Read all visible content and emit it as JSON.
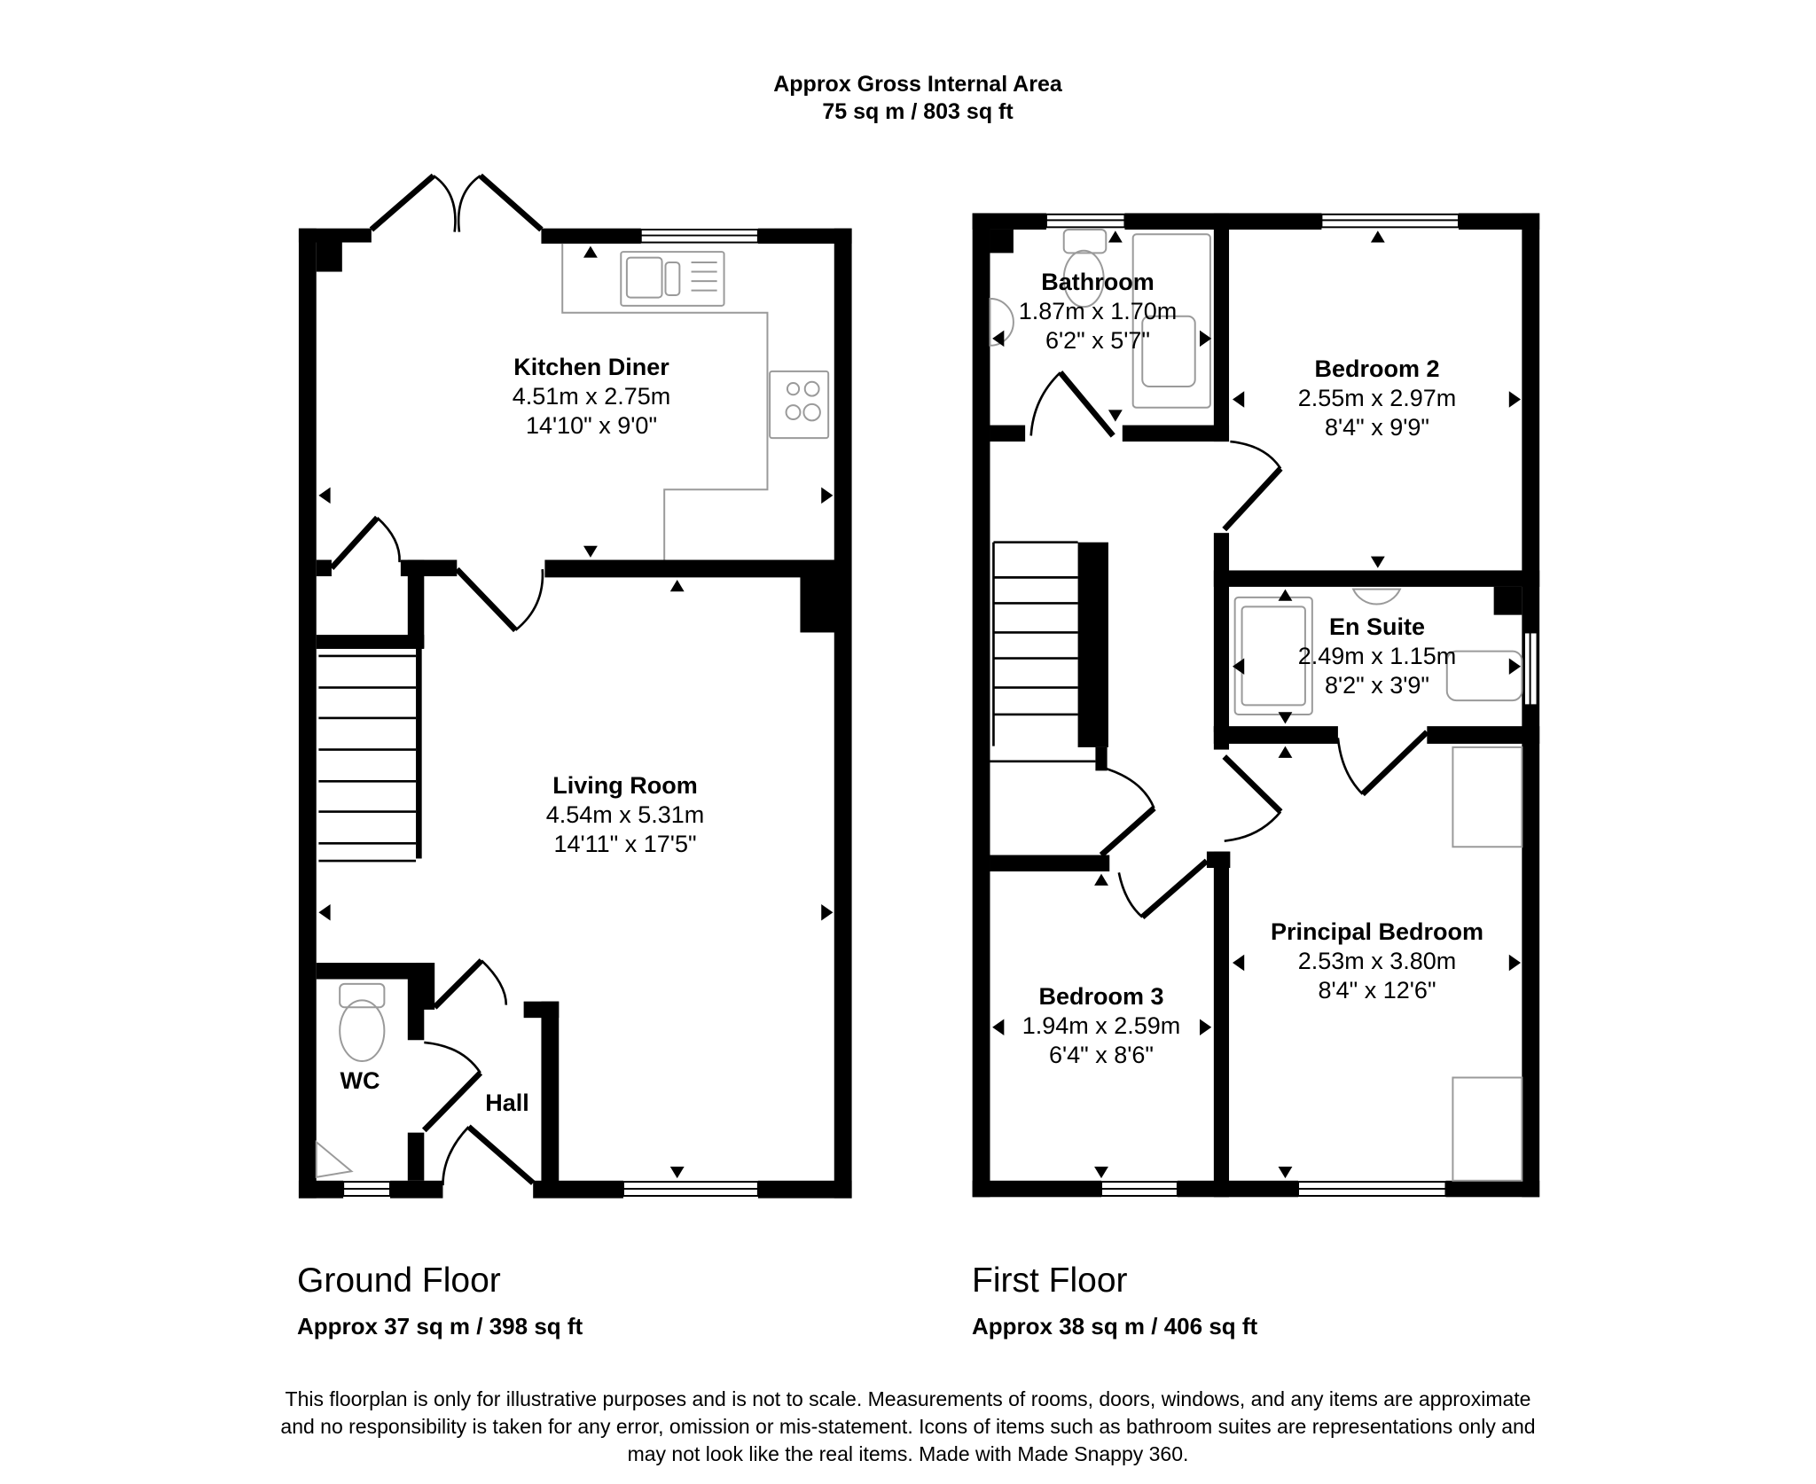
{
  "header": {
    "title": "Approx Gross Internal Area",
    "total_area": "75 sq m / 803 sq ft"
  },
  "floors": [
    {
      "label": "Ground Floor",
      "area": "Approx 37 sq m / 398 sq ft",
      "rooms": [
        {
          "name": "Kitchen Diner",
          "metric": "4.51m x 2.75m",
          "imperial": "14'10\" x 9'0\""
        },
        {
          "name": "Living Room",
          "metric": "4.54m x 5.31m",
          "imperial": "14'11\" x 17'5\""
        },
        {
          "name": "WC"
        },
        {
          "name": "Hall"
        }
      ]
    },
    {
      "label": "First Floor",
      "area": "Approx 38 sq m / 406 sq ft",
      "rooms": [
        {
          "name": "Bathroom",
          "metric": "1.87m x 1.70m",
          "imperial": "6'2\" x 5'7\""
        },
        {
          "name": "Bedroom 2",
          "metric": "2.55m x 2.97m",
          "imperial": "8'4\" x 9'9\""
        },
        {
          "name": "En Suite",
          "metric": "2.49m x 1.15m",
          "imperial": "8'2\" x 3'9\""
        },
        {
          "name": "Principal Bedroom",
          "metric": "2.53m x 3.80m",
          "imperial": "8'4\" x 12'6\""
        },
        {
          "name": "Bedroom 3",
          "metric": "1.94m x 2.59m",
          "imperial": "6'4\" x 8'6\""
        }
      ]
    }
  ],
  "disclaimer": {
    "line1": "This floorplan is only for illustrative purposes and is not to scale. Measurements of rooms, doors, windows, and any items are approximate",
    "line2": "and no responsibility is taken for any error, omission or mis-statement. Icons of items such as bathroom suites are representations only and",
    "line3": "may not look like the real items. Made with Made Snappy 360."
  },
  "colors": {
    "wall": "#000000",
    "fixture": "#9a9a9a",
    "background": "#ffffff"
  }
}
